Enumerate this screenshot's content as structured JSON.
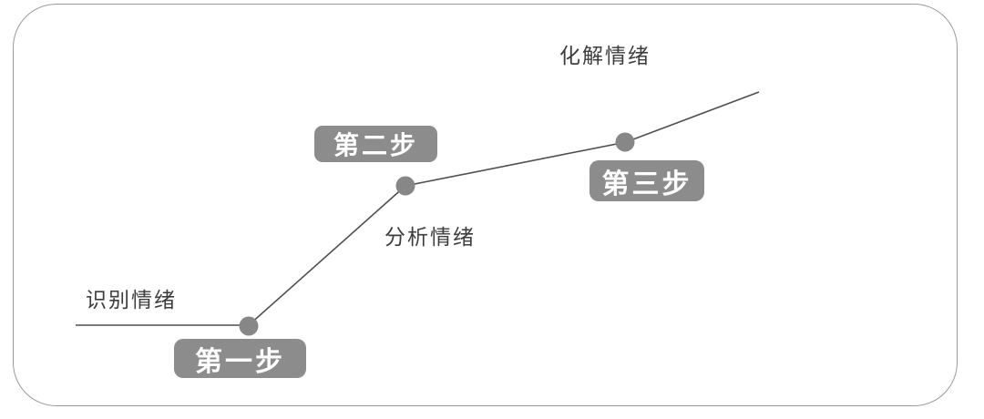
{
  "diagram": {
    "type": "ascending-step-line",
    "steps": [
      {
        "badge": "第一步",
        "label": "识别情绪"
      },
      {
        "badge": "第二步",
        "label": "分析情绪"
      },
      {
        "badge": "第三步",
        "label": "化解情绪"
      }
    ],
    "colors": {
      "badge_bg": "#8c8c8c",
      "badge_text": "#ffffff",
      "dot": "#878787",
      "line": "#4f4f4f",
      "frame_border": "#9a9a9a",
      "label_text": "#3d3d3d",
      "background": "#ffffff"
    }
  }
}
